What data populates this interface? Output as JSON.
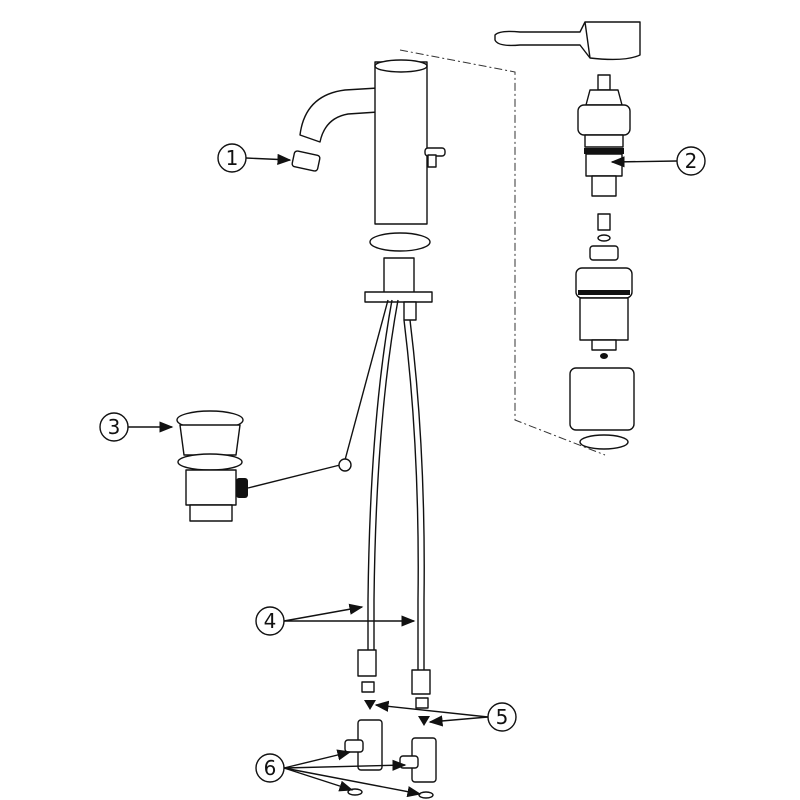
{
  "diagram": {
    "type": "exploded-parts-view",
    "callouts": [
      {
        "label": "1"
      },
      {
        "label": "2"
      },
      {
        "label": "3"
      },
      {
        "label": "4"
      },
      {
        "label": "5"
      },
      {
        "label": "6"
      }
    ]
  }
}
